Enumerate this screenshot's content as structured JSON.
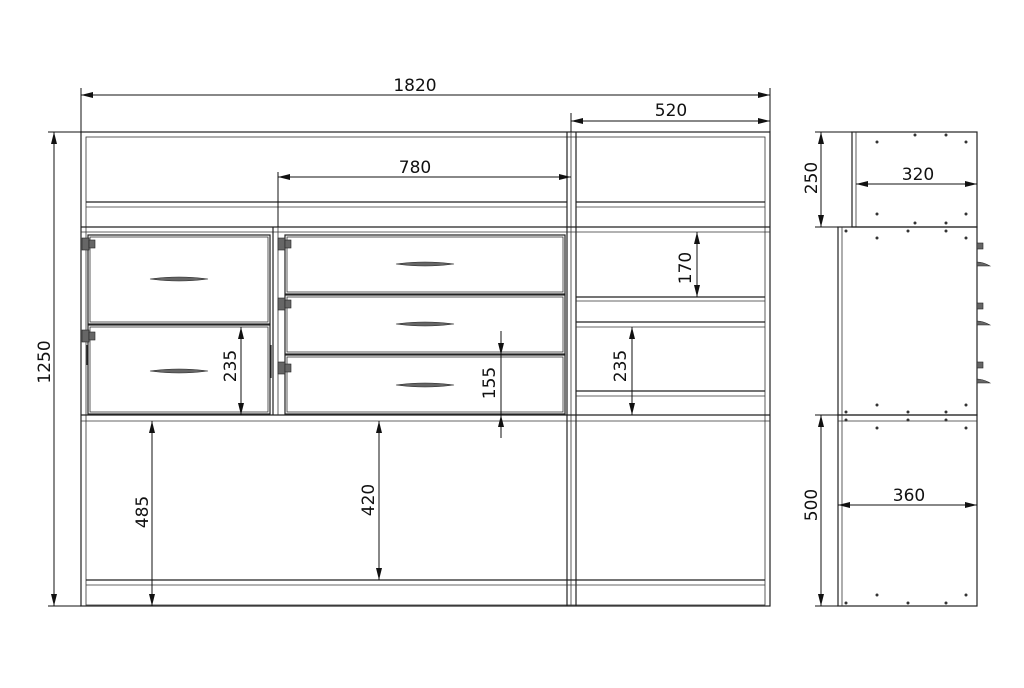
{
  "dimensions": {
    "total_width": "1820",
    "right_width": "520",
    "drawer_width": "780",
    "total_height": "1250",
    "right_drawer_height": "170",
    "right_lower_height": "235",
    "left_door_height": "235",
    "drawer_height": "155",
    "left_open_height": "485",
    "center_open_height": "420",
    "side_top_height": "250",
    "side_top_depth": "320",
    "side_bottom_height": "500",
    "side_bottom_depth": "360"
  }
}
